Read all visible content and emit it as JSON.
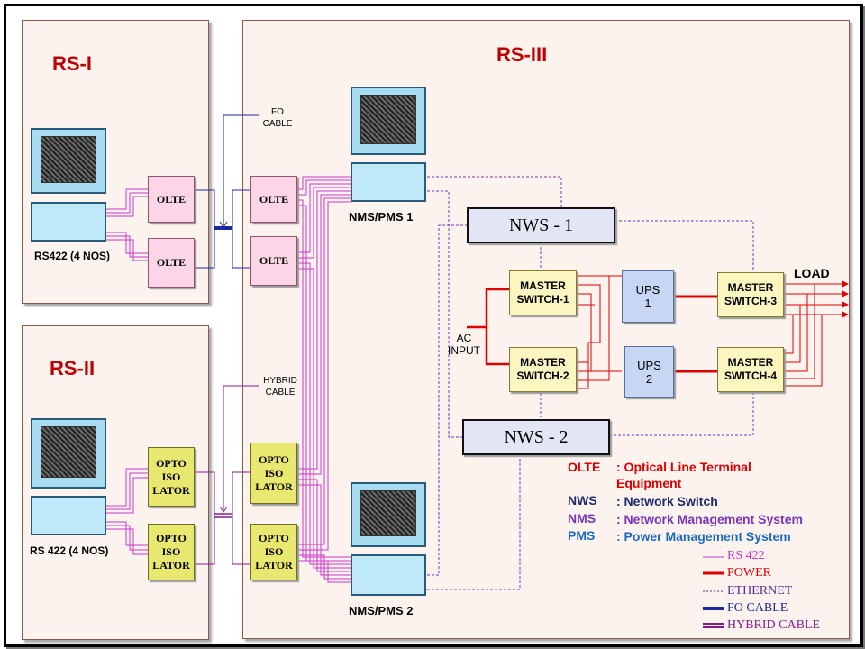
{
  "colors": {
    "rs422": "#cc33cc",
    "power": "#dd0000",
    "ethernet": "#7733bb",
    "fo_cable": "#1a2a9a",
    "hybrid_cable": "#8a1a8a",
    "title_red": "#c00000"
  },
  "panels": {
    "rs1_title": "RS-I",
    "rs2_title": "RS-II",
    "rs3_title": "RS-III"
  },
  "computers": {
    "rs1_label": "RS422  (4 NOS)",
    "rs2_label": "RS 422 (4 NOS)",
    "nms1_label": "NMS/PMS 1",
    "nms2_label": "NMS/PMS 2"
  },
  "blocks": {
    "olte": "OLTE",
    "opto": "OPTO\nISO\nLATOR",
    "nws1": "NWS - 1",
    "nws2": "NWS - 2",
    "ms1": "MASTER\nSWITCH-1",
    "ms2": "MASTER\nSWITCH-2",
    "ms3": "MASTER\nSWITCH-3",
    "ms4": "MASTER\nSWITCH-4",
    "ups1": "UPS\n1",
    "ups2": "UPS\n2"
  },
  "annotations": {
    "fo_cable": "FO\nCABLE",
    "hybrid_cable": "HYBRID\nCABLE",
    "ac_input": "AC\nINPUT",
    "load": "LOAD"
  },
  "legend": {
    "entries": [
      {
        "abbr": "OLTE",
        "desc": ": Optical Line Terminal\n  Equipment",
        "color": "#dd0000"
      },
      {
        "abbr": "NWS",
        "desc": ": Network Switch",
        "color": "#1a2a6a"
      },
      {
        "abbr": "NMS",
        "desc": ": Network Management System",
        "color": "#7733bb"
      },
      {
        "abbr": "PMS",
        "desc": ": Power Management System",
        "color": "#1a6abf"
      }
    ],
    "lines": [
      {
        "label": "RS 422",
        "color": "#cc33cc"
      },
      {
        "label": "POWER",
        "color": "#dd0000"
      },
      {
        "label": "ETHERNET",
        "color": "#5a2a9a"
      },
      {
        "label": "FO CABLE",
        "color": "#1a2a9a"
      },
      {
        "label": "HYBRID CABLE",
        "color": "#8a1a8a"
      }
    ]
  }
}
